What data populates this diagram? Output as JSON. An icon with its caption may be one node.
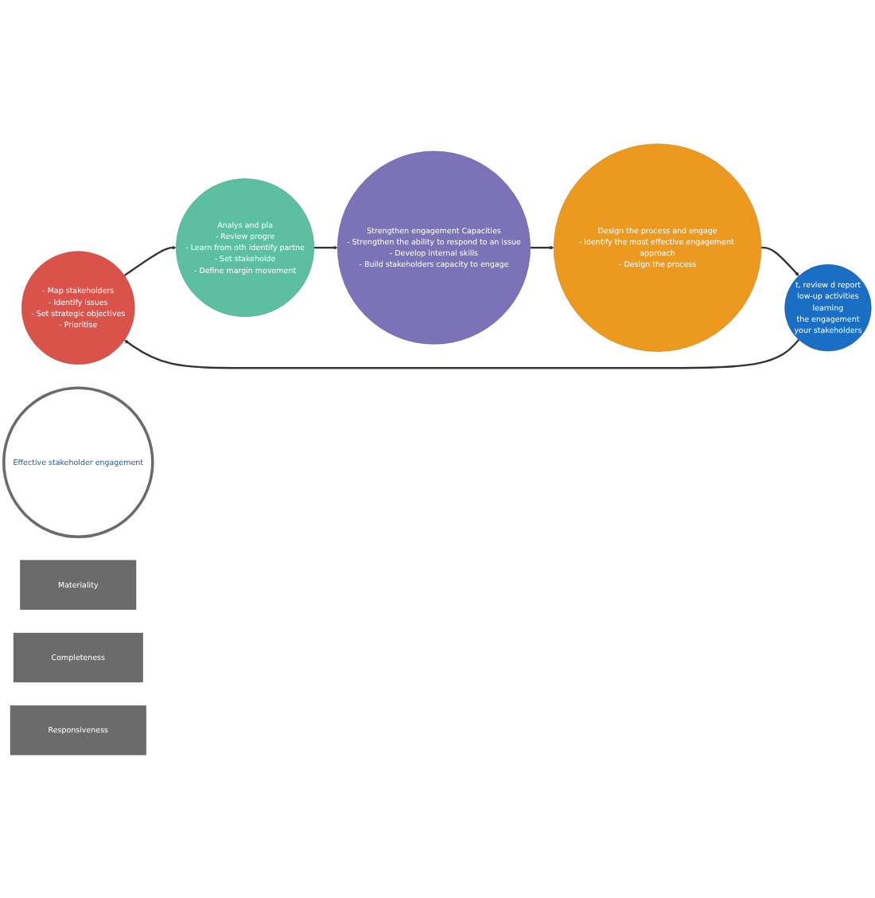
{
  "diagram": {
    "nodes": [
      {
        "text": [
          "- Map stakeholders",
          "- Identify issues",
          "- Set strategic objectives",
          "- Prioritise"
        ]
      },
      {
        "text": [
          "Analys and pla",
          "- Review progre",
          "- Learn from oth identify partne",
          "- Set stakeholde",
          "- Define margin movement"
        ]
      },
      {
        "text": [
          "Strengthen engagement Capacities",
          "- Strengthen the ability to respond to an issue",
          "- Develop internal skills",
          "- Build stakeholders capacity to engage"
        ]
      },
      {
        "text": [
          "Design the process and engage",
          "- Identify the most effective engagement approach",
          "- Design the process"
        ]
      },
      {
        "text": [
          "t, review d report",
          "low-up activities",
          "learning",
          "the engagement",
          "your stakeholders"
        ]
      },
      {
        "text": [
          "Effective stakeholder engagement"
        ]
      },
      {
        "text": [
          "Materiality"
        ]
      },
      {
        "text": [
          "Completeness"
        ]
      },
      {
        "text": [
          "Responsiveness"
        ]
      }
    ],
    "edges": [
      {
        "from": 0,
        "to": 1,
        "arrow": "to"
      },
      {
        "from": 1,
        "to": 2,
        "arrow": "to"
      },
      {
        "from": 2,
        "to": 3,
        "arrow": "to"
      },
      {
        "from": 3,
        "to": 4,
        "arrow": "to"
      },
      {
        "from": 4,
        "to": 0,
        "arrow": "to"
      }
    ]
  }
}
